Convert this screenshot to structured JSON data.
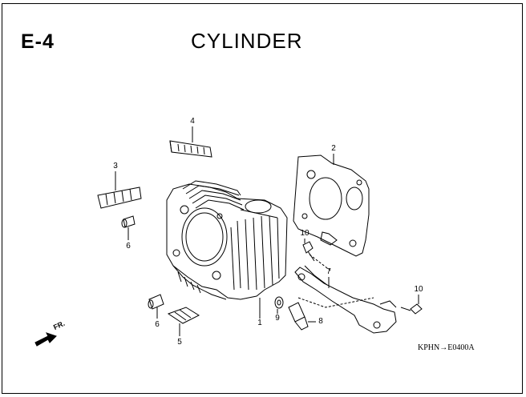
{
  "header": {
    "section_code": "E-4",
    "title": "CYLINDER"
  },
  "callouts": {
    "c1": "1",
    "c2": "2",
    "c3": "3",
    "c4": "4",
    "c5": "5",
    "c6a": "6",
    "c6b": "6",
    "c7": "7",
    "c8": "8",
    "c9": "9",
    "c10a": "10",
    "c10b": "10"
  },
  "direction_marker": {
    "label": "FR.",
    "icon": "front-arrow-icon"
  },
  "footer": {
    "diagram_ref": "KPHN→E0400A"
  },
  "colors": {
    "line": "#000000",
    "background": "#ffffff"
  }
}
